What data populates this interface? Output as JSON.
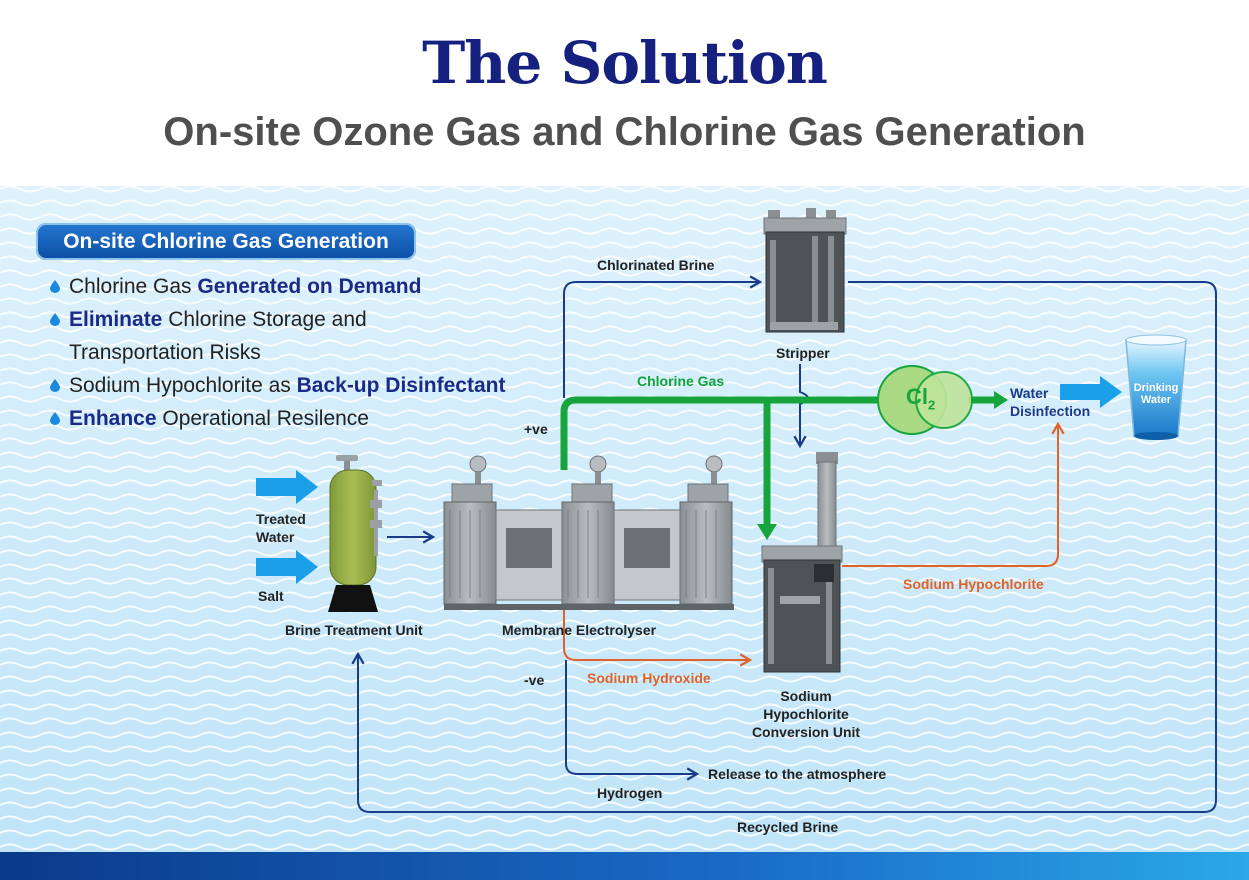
{
  "header": {
    "title": "The Solution",
    "subtitle": "On-site Ozone Gas and Chlorine Gas Generation"
  },
  "panel": {
    "heading": "On-site Chlorine Gas Generation",
    "bullets": [
      {
        "pre": "Chlorine Gas ",
        "bold": "Generated on Demand",
        "post": ""
      },
      {
        "pre": "",
        "bold": "Eliminate",
        "post": " Chlorine Storage and"
      },
      {
        "pre": "Transportation Risks",
        "bold": "",
        "post": ""
      },
      {
        "pre": "Sodium Hypochlorite as ",
        "bold": "Back-up Disinfectant",
        "post": ""
      },
      {
        "pre": "",
        "bold": "Enhance",
        "post": " Operational Resilence"
      }
    ]
  },
  "labels": {
    "treated_water": "Treated Water",
    "salt": "Salt",
    "brine_treatment_unit": "Brine Treatment Unit",
    "membrane_electrolyser": "Membrane Electrolyser",
    "chlorinated_brine": "Chlorinated Brine",
    "stripper": "Stripper",
    "chlorine_gas": "Chlorine Gas",
    "positive": "+ve",
    "negative": "-ve",
    "cl2_symbol": "Cl",
    "cl2_subscript": "2",
    "water_disinfection_1": "Water",
    "water_disinfection_2": "Disinfection",
    "drinking_water_1": "Drinking",
    "drinking_water_2": "Water",
    "sodium_hypochlorite": "Sodium Hypochlorite",
    "sodium_hydroxide": "Sodium Hydroxide",
    "conversion_unit_1": "Sodium",
    "conversion_unit_2": "Hypochlorite",
    "conversion_unit_3": "Conversion Unit",
    "release": "Release to the atmosphere",
    "hydrogen": "Hydrogen",
    "recycled_brine": "Recycled Brine"
  },
  "colors": {
    "title": "#16217f",
    "flow_navy": "#1a3a8a",
    "chlorine_green": "#16a53c",
    "hydroxide_orange": "#e0622a",
    "input_arrow": "#1aa0e8"
  }
}
